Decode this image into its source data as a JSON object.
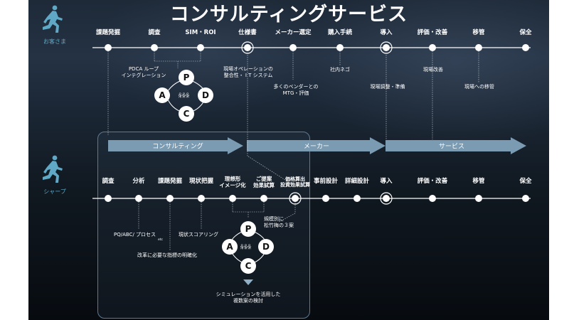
{
  "title": "コンサルティングサービス",
  "actors": {
    "customer": "お客さま",
    "sharp": "シャープ"
  },
  "top_steps": [
    "課題発掘",
    "調査",
    "SIM・ROI",
    "仕様書",
    "メーカー選定",
    "購入手続",
    "導入",
    "評価・改善",
    "移管",
    "保全"
  ],
  "top_annotations": {
    "pdca": "PDCA ループ\nインテグレーション",
    "spec": "現場オペレーションの\n整合性・ I T システム",
    "vendor": "多くのベンダーとの\nMTG・評価",
    "purchase": "社内ネゴ",
    "intro": "現場調整・準備",
    "eval": "現場改善",
    "transfer": "現場への移管"
  },
  "phases": [
    "コンサルティング",
    "メーカー",
    "サービス"
  ],
  "bottom_steps": [
    "調査",
    "分析",
    "課題発掘",
    "現状把握",
    "理想形\nイメージ化",
    "ご提案\n効果試算",
    "価格算出\n投資効果試算",
    "事前設計",
    "詳細設計",
    "導入",
    "評価・改善",
    "移管",
    "保全"
  ],
  "bottom_annotations": {
    "pq": "PQ/ABC/ プロセス",
    "etc": "etc",
    "kpi": "改革に必要な指標の明確化",
    "score": "現状スコアリング",
    "plans": "規模別に\n松竹梅の３案",
    "sim": "シミュレーションを活用した\n複数案の検討"
  },
  "pdca_letters": {
    "p": "P",
    "d": "D",
    "c": "C",
    "a": "A",
    "people": "ꆜꆜꆜ"
  }
}
